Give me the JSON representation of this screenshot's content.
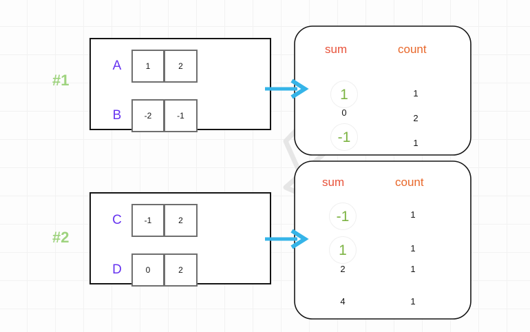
{
  "diagram": {
    "title": "Two-group matrix aggregation with sum/count tables",
    "colors": {
      "grid": "#f2f2f2",
      "group_label": "#9ed37e",
      "matrix_label": "#6633f0",
      "cell_border": "#6e6e6e",
      "header_sum": "#e8523a",
      "header_count": "#e8672a",
      "highlight": "#7cb342",
      "arrow": "#35b4e8",
      "link_line": "#e4e4e4",
      "panel_border": "#141414"
    }
  },
  "groups": [
    {
      "label": "#1",
      "matrices": [
        {
          "name": "A",
          "cells": [
            "1",
            "2"
          ]
        },
        {
          "name": "B",
          "cells": [
            "-2",
            "-1"
          ]
        }
      ],
      "table": {
        "headers": {
          "sum": "sum",
          "count": "count"
        },
        "rows": [
          {
            "sum": "1",
            "count": "1",
            "highlight": true
          },
          {
            "sum": "0",
            "count": "2",
            "highlight": false
          },
          {
            "sum": "-1",
            "count": "1",
            "highlight": true
          }
        ]
      }
    },
    {
      "label": "#2",
      "matrices": [
        {
          "name": "C",
          "cells": [
            "-1",
            "2"
          ]
        },
        {
          "name": "D",
          "cells": [
            "0",
            "2"
          ]
        }
      ],
      "table": {
        "headers": {
          "sum": "sum",
          "count": "count"
        },
        "rows": [
          {
            "sum": "-1",
            "count": "1",
            "highlight": true
          },
          {
            "sum": "1",
            "count": "1",
            "highlight": true
          },
          {
            "sum": "2",
            "count": "1",
            "highlight": false
          },
          {
            "sum": "4",
            "count": "1",
            "highlight": false
          }
        ]
      }
    }
  ],
  "arrows": [
    {
      "name": "group-1-to-table-1"
    },
    {
      "name": "group-2-to-table-2"
    }
  ],
  "links": [
    {
      "from": "table1.sum=1",
      "to": "table2.sum=1"
    },
    {
      "from": "table1.sum=-1",
      "to": "table2.sum=-1"
    }
  ]
}
